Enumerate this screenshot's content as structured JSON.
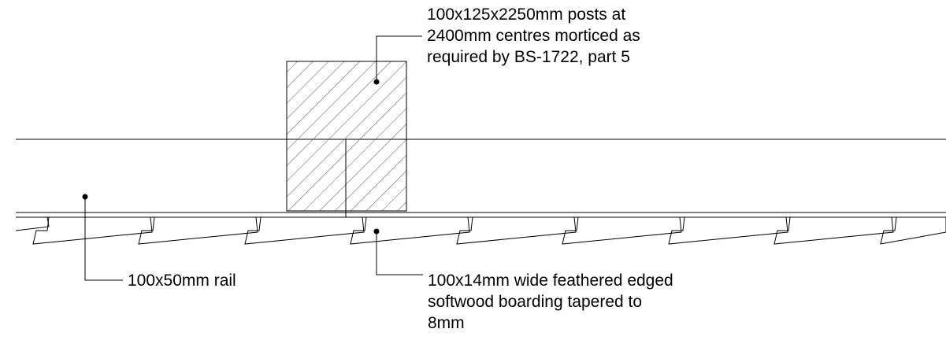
{
  "annotations": {
    "post": {
      "lines": [
        "100x125x2250mm posts at",
        "2400mm centres morticed as",
        "required by BS-1722, part 5"
      ]
    },
    "rail": {
      "lines": [
        "100x50mm rail"
      ]
    },
    "boarding": {
      "lines": [
        "100x14mm wide feathered edged",
        "softwood boarding tapered to",
        "8mm"
      ]
    }
  },
  "colors": {
    "line": "#000000",
    "hatch": "#555555",
    "background": "#ffffff"
  }
}
